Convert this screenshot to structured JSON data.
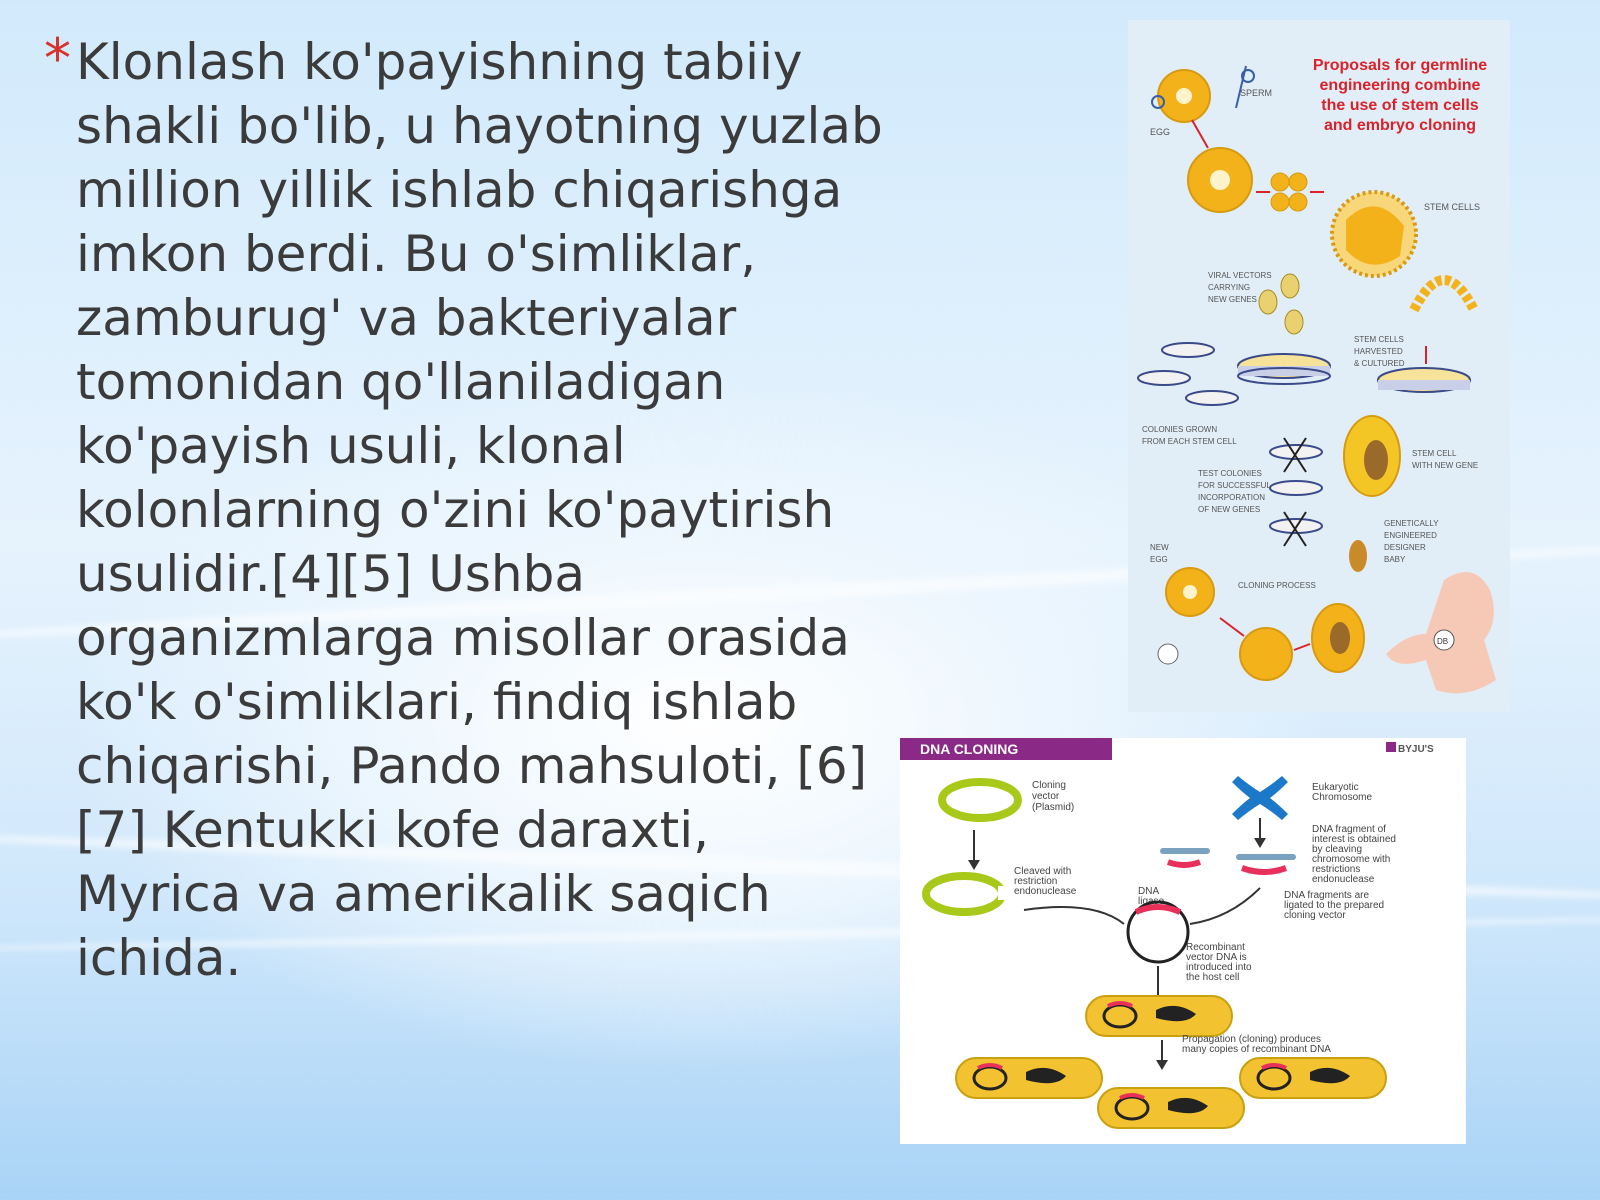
{
  "slide": {
    "bullet": "*",
    "body": "Klonlash ko'payishning tabiiy shakli bo'lib, u hayotning yuzlab million yillik ishlab chiqarishga imkon berdi. Bu o'simliklar, zamburug' va bakteriyalar tomonidan qo'llaniladigan ko'payish usuli, klonal kolonlarning o'zini ko'paytirish usulidir.[4][5] Ushba organizmlarga misollar orasida ko'k o'simliklari, findiq ishlab chiqarishi, Pando mahsuloti, [6][7] Kentukki kofe daraxti, Myrica va amerikalik saqich ichida."
  },
  "figure_stem": {
    "title_lines": [
      "Proposals for germline",
      "engineering combine",
      "the use of stem cells",
      "and embryo cloning"
    ],
    "labels": {
      "egg": "EGG",
      "sperm": "SPERM",
      "stem_cells": "STEM CELLS",
      "viral_vectors": [
        "VIRAL VECTORS",
        "CARRYING",
        "NEW GENES"
      ],
      "harvested": [
        "STEM CELLS",
        "HARVESTED",
        "& CULTURED"
      ],
      "colonies": [
        "COLONIES GROWN",
        "FROM EACH STEM CELL"
      ],
      "test_colonies": [
        "TEST COLONIES",
        "FOR SUCCESSFUL",
        "INCORPORATION",
        "OF NEW GENES"
      ],
      "new_gene": [
        "STEM CELL",
        "WITH NEW GENE"
      ],
      "designer_baby": [
        "GENETICALLY",
        "ENGINEERED",
        "DESIGNER",
        "BABY"
      ],
      "new_egg": [
        "NEW",
        "EGG"
      ],
      "cloning_process": "CLONING PROCESS",
      "db": "DB"
    },
    "colors": {
      "title": "#d9222a",
      "cell": "#f3b21a"
    }
  },
  "figure_dna": {
    "banner": "DNA CLONING",
    "brand": "BYJU'S",
    "labels": {
      "vector": [
        "Cloning",
        "vector",
        "(Plasmid)"
      ],
      "chromosome": [
        "Eukaryotic",
        "Chromosome"
      ],
      "fragment": [
        "DNA fragment of",
        "interest is obtained",
        "by cleaving",
        "chromosome with",
        "restrictions",
        "endonuclease"
      ],
      "cleaved": [
        "Cleaved with",
        "restriction",
        "endonuclease"
      ],
      "ligase": [
        "DNA",
        "ligase"
      ],
      "ligated": [
        "DNA fragments are",
        "ligated to the prepared",
        "cloning vector"
      ],
      "recombinant": [
        "Recombinant",
        "vector DNA is",
        "introduced into",
        "the host cell"
      ],
      "propagation": [
        "Propagation (cloning) produces",
        "many copies of recombinant DNA"
      ]
    },
    "colors": {
      "banner": "#8b2a86",
      "plasmid": "#a8c81a",
      "chromosome": "#1c78c8",
      "insert": "#e8305a",
      "bacterium": "#f2c230"
    }
  }
}
